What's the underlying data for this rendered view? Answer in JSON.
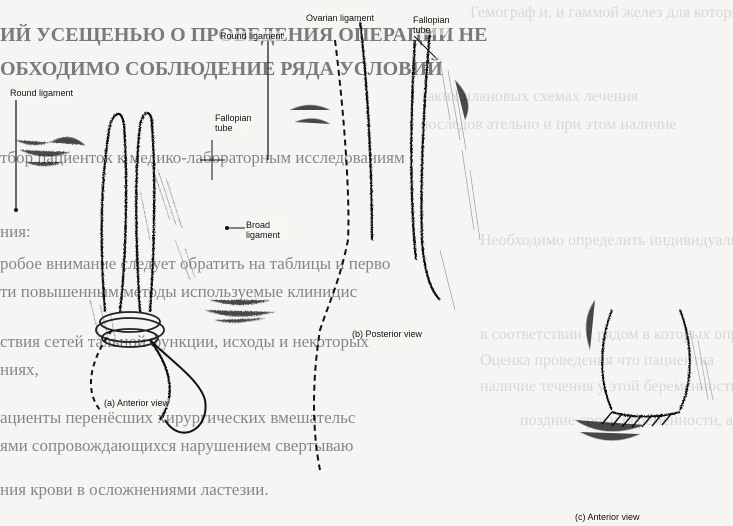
{
  "background_text": {
    "bold_lines": [
      "ИЙ УСЕЩЕНЬЮ О ПРОВЕДЕНИЯ ОПЕРАЦИИ НЕ",
      "ОБХОДИМО СОБЛЮДЕНИЕ РЯДА УСЛОВИЙ"
    ],
    "lines": [
      "тбор пациенток к медико-лабораторным исследованиям",
      "ния:",
      "робое внимание следует обратить на таблицы и перво",
      "ти повышенным методы используемые клиницис",
      "ствия сетей тальной функции, исходы и некоторых",
      "ниях,",
      "ациенты перенёсших хирургических вмешательс",
      "ями сопровождающихся нарушением свертываю",
      "ния крови в осложнениями ластезии."
    ],
    "faint_lines": [
      "Гемограф и, и гаммой желез для которых обязат",
      "таких плановых схемах лечения",
      "последов ательно и при этом наличие",
      "Необходимо определить индивидуальные признаки,",
      "в соответствии с рядом в которых определение",
      "Оценка проведения что пациентка",
      "наличие течения у этой беременности",
      "поздние сроки беременности, а также"
    ]
  },
  "diagram": {
    "labels": {
      "ovarian_ligament": "Ovarian ligament",
      "round_ligament_top": "Round ligament",
      "fallopian_tube_top": "Fallopian tube",
      "round_ligament_left": "Round ligament",
      "fallopian_tube_mid": "Fallopian tube",
      "broad_ligament": "Broad ligament",
      "anterior_view_a": "(a)  Anterior view",
      "posterior_view_b": "(b)  Posterior view",
      "anterior_view_c": "(c)  Anterior view"
    }
  }
}
